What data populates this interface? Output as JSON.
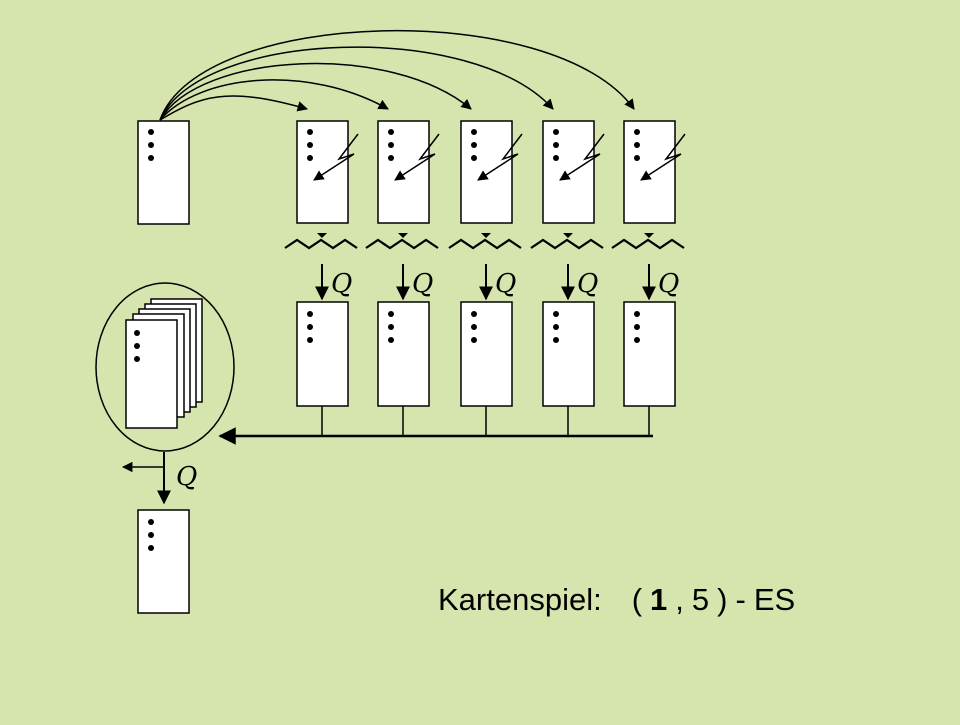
{
  "diagram": {
    "title": "Kartenspiel:",
    "strategy": {
      "open": "(",
      "mu": "1",
      "comma": ",",
      "lambda": "5",
      "close": ")",
      "dash": "-",
      "suffix": "ES"
    },
    "selection_label": "Q",
    "offspring_count": 5,
    "colors": {
      "background": "#d6e4ae",
      "card": "#ffffff",
      "stroke": "#000000"
    }
  }
}
